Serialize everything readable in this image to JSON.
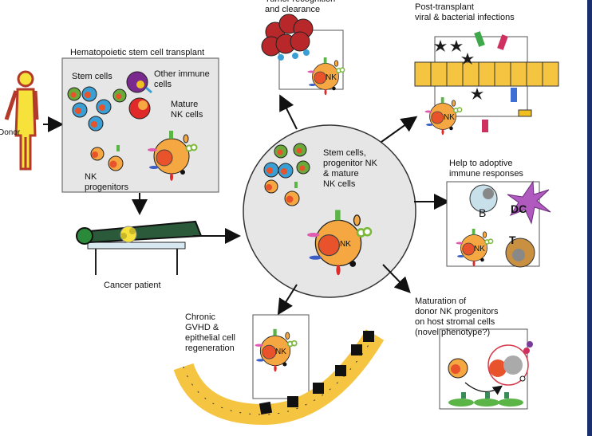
{
  "labels": {
    "donor": "Donor",
    "transplant_title": "Hematopoietic stem cell transplant",
    "stem_cells": "Stem cells",
    "other_immune": "Other immune\ncells",
    "mature_nk": "Mature\nNK cells",
    "nk_progenitors": "NK\nprogenitors",
    "cancer_patient": "Cancer patient",
    "center": "Stem cells,\nprogenitor NK\n& mature\nNK cells",
    "tumor": "Tumor recognition\nand clearance",
    "infections": "Post-transplant\nviral & bacterial infections",
    "adaptive": "Help to adoptive\nimmune responses",
    "maturation": "Maturation of\ndonor NK progenitors\non host stromal cells\n(novel phenotype?)",
    "gvhd": "Chronic\nGVHD &\nepithelial cell\nregeneration",
    "nk": "NK",
    "b_cell": "B",
    "dc_cell": "DC",
    "t_cell": "T"
  },
  "colors": {
    "nk_cell": "#f5a742",
    "nucleus": "#e8532b",
    "panel": "#e6e6e6",
    "stem_blue": "#3a9fd4",
    "stem_green": "#6aaa3a",
    "tumor": "#b8272a",
    "epithelium": "#f5c542",
    "accent_bar": "#1a2f6e"
  }
}
